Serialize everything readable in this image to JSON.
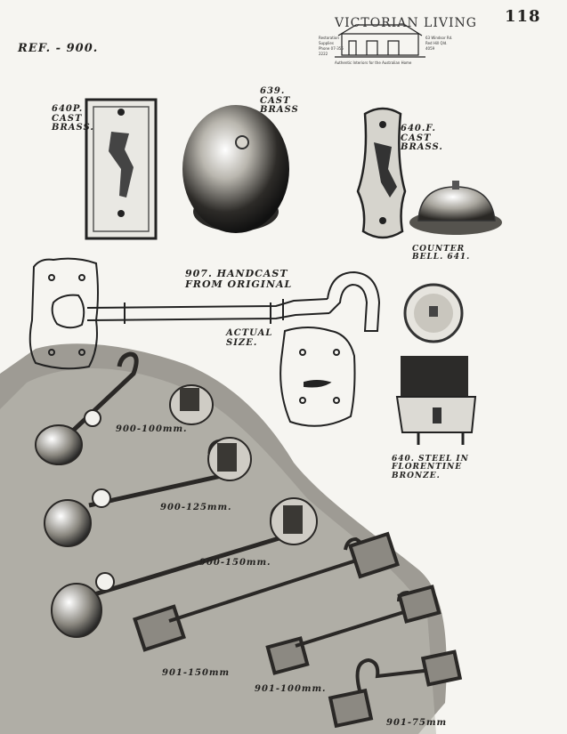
{
  "ref_label": "REF. - 900.",
  "page_number": "118",
  "logo": {
    "title": "VICTORIAN LIVING",
    "left_text": "Restoration Supplies Phone 07-356 2222",
    "right_text": "63 Windsor Rd. Red Hill Qld. 4059",
    "tagline": "Authentic Interiors for the Australian Home"
  },
  "labels": {
    "p640": "640P. CAST BRASS.",
    "l639": "639. CAST BRASS",
    "f640": "640.F. CAST BRASS.",
    "l641": "COUNTER BELL.   641.",
    "l907": "907. HANDCAST FROM ORIGINAL",
    "actual_size": "ACTUAL SIZE.",
    "l640": "640.  STEEL IN FLORENTINE BRONZE.",
    "h900_100": "900-100mm.",
    "h900_125": "900-125mm.",
    "h900_150": "900-150mm.",
    "h901_150": "901-150mm",
    "h901_100": "901-100mm.",
    "h901_75": "901-75mm"
  }
}
